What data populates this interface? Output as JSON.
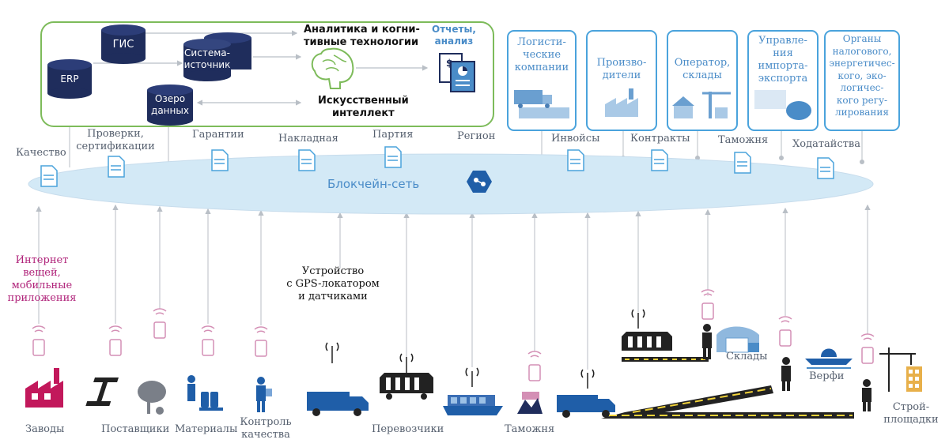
{
  "analytics": {
    "erp": "ERP",
    "gis": "ГИС",
    "source_system_l1": "Система-",
    "source_system_l2": "источник",
    "data_lake_l1": "Озеро",
    "data_lake_l2": "данных",
    "cognitive_l1": "Аналитика и когни-",
    "cognitive_l2": "тивные технологии",
    "ai_l1": "Искусственный",
    "ai_l2": "интеллект",
    "reports_l1": "Отчеты,",
    "reports_l2": "анализ"
  },
  "stakeholders": [
    {
      "lines": [
        "Логисти-",
        "ческие",
        "компании"
      ]
    },
    {
      "lines": [
        "Произво-",
        "дители"
      ]
    },
    {
      "lines": [
        "Оператор,",
        "склады"
      ]
    },
    {
      "lines": [
        "Управле-",
        "ния",
        "импорта-",
        "экспорта"
      ]
    },
    {
      "lines": [
        "Органы",
        "налогового,",
        "энергетичес-",
        "кого, эко-",
        "логичес-",
        "кого регу-",
        "лирования"
      ]
    }
  ],
  "documents": {
    "quality": "Качество",
    "checks_l1": "Проверки,",
    "checks_l2": "сертификации",
    "guarantees": "Гарантии",
    "waybill": "Накладная",
    "batch": "Партия",
    "region": "Регион",
    "invoices": "Инвойсы",
    "contracts": "Контракты",
    "customs": "Таможня",
    "petitions": "Ходатайства"
  },
  "blockchain": {
    "label": "Блокчейн-сеть"
  },
  "iot": {
    "l1": "Интернет",
    "l2": "вещей,",
    "l3": "мобильные",
    "l4": "приложения",
    "color": "#b0237a"
  },
  "gps": {
    "l1": "Устройство",
    "l2": "с GPS-локатором",
    "l3": "и датчиками"
  },
  "bottom": {
    "factories": "Заводы",
    "suppliers": "Поставщики",
    "materials": "Материалы",
    "qc_l1": "Контроль",
    "qc_l2": "качества",
    "carriers": "Перевозчики",
    "customs": "Таможня",
    "warehouses": "Склады",
    "shipyards": "Верфи",
    "construction_l1": "Строй-",
    "construction_l2": "площадки"
  },
  "colors": {
    "navy": "#1f2d5c",
    "accent_blue": "#4a8cc8",
    "green": "#7dbb5a",
    "magenta": "#b0237a",
    "ellipse": "#d3e9f6"
  }
}
